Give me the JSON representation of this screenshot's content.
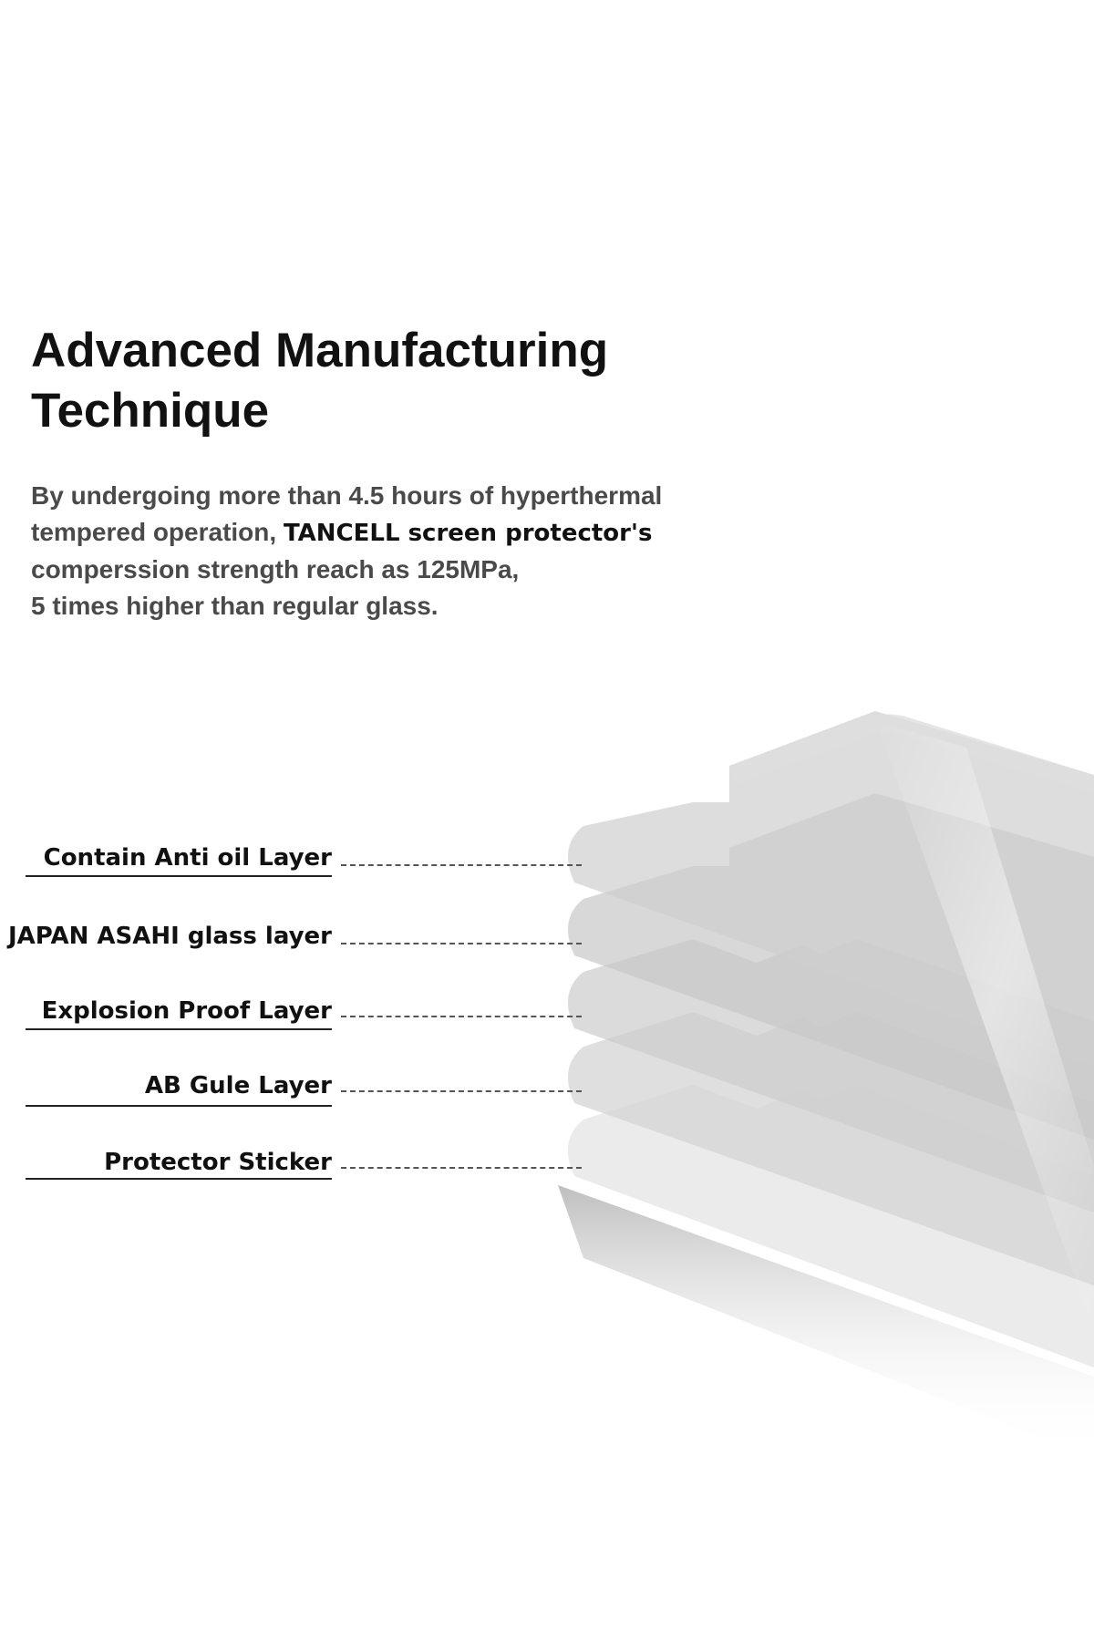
{
  "header": {
    "title_line1": "Advanced Manufacturing",
    "title_line2": "Technique"
  },
  "description": {
    "line1": "By undergoing more than 4.5 hours of hyperthermal",
    "line2_start": "tempered operation, ",
    "line2_brand": "TANCELL screen protector's",
    "line3": "comperssion strength reach as 125MPa,",
    "line4": "5 times higher than regular glass."
  },
  "layers": [
    {
      "label": "Contain Anti oil Layer"
    },
    {
      "label": "JAPAN ASAHI glass layer"
    },
    {
      "label": "Explosion Proof Layer"
    },
    {
      "label": "AB Gule Layer"
    },
    {
      "label": "Protector Sticker"
    }
  ],
  "colors": {
    "background": "#ffffff",
    "title": "#111111",
    "body_text": "#4a4a4a",
    "glass_layer": "#c8c8c8"
  }
}
